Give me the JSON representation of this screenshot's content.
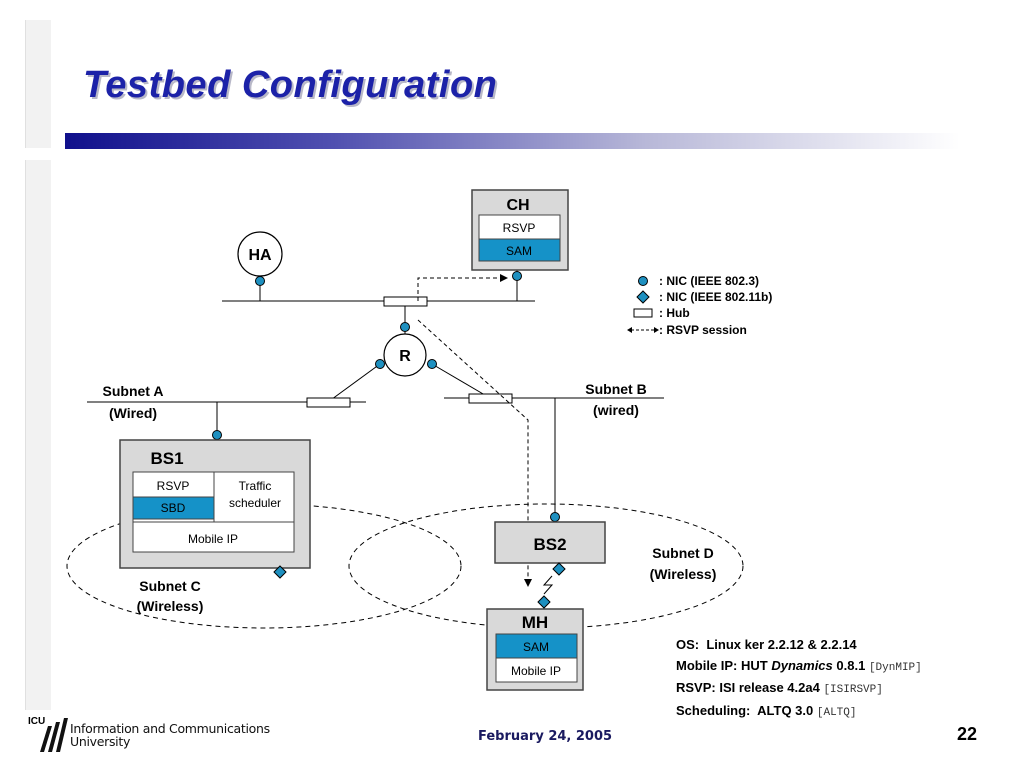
{
  "title": "Testbed Configuration",
  "nodes": {
    "ch": {
      "label": "CH",
      "rsvp": "RSVP",
      "sam": "SAM"
    },
    "ha": {
      "label": "HA"
    },
    "router": {
      "label": "R"
    },
    "bs1": {
      "label": "BS1",
      "rsvp": "RSVP",
      "sbd": "SBD",
      "scheduler": "Traffic scheduler",
      "mobile_ip": "Mobile IP"
    },
    "bs2": {
      "label": "BS2"
    },
    "mh": {
      "label": "MH",
      "sam": "SAM",
      "mobile_ip": "Mobile IP"
    }
  },
  "subnets": {
    "a": {
      "name": "Subnet A",
      "type": "(Wired)"
    },
    "b": {
      "name": "Subnet B",
      "type": "(wired)"
    },
    "c": {
      "name": "Subnet C",
      "type": "(Wireless)"
    },
    "d": {
      "name": "Subnet D",
      "type": "(Wireless)"
    }
  },
  "legend": [
    {
      "symbol": "nic-wired-icon",
      "label": ": NIC (IEEE 802.3)"
    },
    {
      "symbol": "nic-wireless-icon",
      "label": ": NIC (IEEE 802.11b)"
    },
    {
      "symbol": "hub-icon",
      "label": ": Hub"
    },
    {
      "symbol": "rsvp-session-icon",
      "label": ": RSVP session"
    }
  ],
  "info": {
    "os_label": "OS:",
    "os_value": "Linux ker 2.2.12 & 2.2.14",
    "mip_label": "Mobile IP: HUT",
    "mip_italic": "Dynamics",
    "mip_version": "0.8.1",
    "mip_ref": "[DynMIP]",
    "rsvp_label": "RSVP: ISI release 4.2a4",
    "rsvp_ref": "[ISIRSVP]",
    "sched_label": "Scheduling:",
    "sched_value": "ALTQ 3.0",
    "sched_ref": "[ALTQ]"
  },
  "footer": {
    "date": "February 24, 2005",
    "page": "22",
    "org_line1": "Information and Communications",
    "org_line2": "University",
    "logo_mark": "ICU"
  },
  "colors": {
    "title": "#1c22a8",
    "nic": "#1e90c0",
    "highlight_box": "#1592c8",
    "box_fill": "#d9d9d9"
  }
}
